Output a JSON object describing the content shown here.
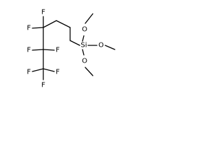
{
  "molecule": {
    "atoms": [
      {
        "id": "f1",
        "symbol": "F"
      },
      {
        "id": "f2",
        "symbol": "F"
      },
      {
        "id": "f3",
        "symbol": "F"
      },
      {
        "id": "f4",
        "symbol": "F"
      },
      {
        "id": "f5",
        "symbol": "F"
      },
      {
        "id": "f6",
        "symbol": "F"
      },
      {
        "id": "f7",
        "symbol": "F"
      },
      {
        "id": "si",
        "symbol": "Si"
      },
      {
        "id": "o1",
        "symbol": "O"
      },
      {
        "id": "o2",
        "symbol": "O"
      },
      {
        "id": "o3",
        "symbol": "O"
      }
    ]
  }
}
